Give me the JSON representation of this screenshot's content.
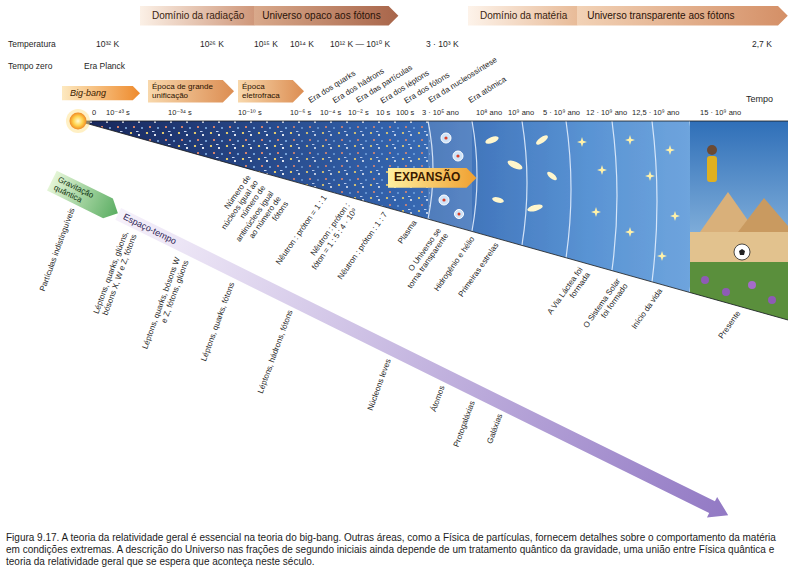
{
  "diagram": {
    "caption": "Figura 9.17. A teoria da relatividade geral é essencial na teoria do big-bang. Outras áreas, como a Física de partículas, fornecem detalhes sobre o comportamento da matéria em condições extremas. A descrição do Universo nas frações de segundo iniciais ainda depende de um tratamento quântico da gravidade, uma união entre Física quântica e teoria da relatividade geral que se espera que aconteça neste século.",
    "nodes": [
      {
        "text": [
          "Domínio da radiação"
        ]
      },
      {
        "text": [
          "Universo opaco aos fótons"
        ]
      },
      {
        "text": [
          "Domínio da matéria"
        ]
      },
      {
        "text": [
          "Universo transparente aos fótons"
        ]
      },
      {
        "text": [
          "Big-bang"
        ]
      },
      {
        "text": [
          "Época de grande unificação"
        ]
      },
      {
        "text": [
          "Época eletrofraca"
        ]
      },
      {
        "text": [
          "EXPANSÃO"
        ]
      },
      {
        "text": [
          "Gravitação quântica"
        ]
      },
      {
        "text": [
          "Espaço-tempo"
        ]
      }
    ],
    "labels": [
      "Temperatura",
      "10³² K",
      "10²⁶ K",
      "10¹⁵ K",
      "10¹⁴ K",
      "10¹² K — 10¹⁰ K",
      "3 · 10³ K",
      "2,7 K",
      "Tempo zero",
      "Era Planck",
      "Era dos quarks",
      "Era dos hádrons",
      "Era das partículas",
      "Era dos léptons",
      "Era dos fótons",
      "Era da nucleossíntese",
      "Era atômica",
      "Tempo",
      "0",
      "10⁻⁴³ s",
      "10⁻³⁴ s",
      "10⁻¹⁰ s",
      "10⁻⁶ s",
      "10⁻⁴ s",
      "10⁻² s",
      "10 s",
      "100 s",
      "3 · 10⁵ ano",
      "10⁸ ano",
      "10⁹ ano",
      "5 · 10⁹ ano",
      "12 · 10⁹ ano",
      "12,5 · 10⁹ ano",
      "15 · 10⁹ ano",
      "Número de núcleos igual ao número de antinúcleos igual ao número de fótons",
      "Nêutron : próton = 1 : 1",
      "Nêutron : próton : fóton = 1 : 5 : 4 · 10⁹",
      "Nêutron : próton : 1 : 7",
      "Plasma",
      "O Universo se torna transparente",
      "Hidrogênio e hélio",
      "Primeiras estrelas",
      "A Via Láctea foi formada",
      "O Sistema Solar foi formado",
      "Início da vida",
      "Presente",
      "Partículas indistinguíveis",
      "Léptons, quarks, glúons, bósons X, W e Z, fótons",
      "Léptons, quarks, bósons W e Z, fótons, glúons",
      "Léptons, quarks, fótons",
      "Léptons, hádrons, fótons",
      "Núcleons leves",
      "Átomos",
      "Protogaláxias",
      "Galáxias"
    ]
  }
}
